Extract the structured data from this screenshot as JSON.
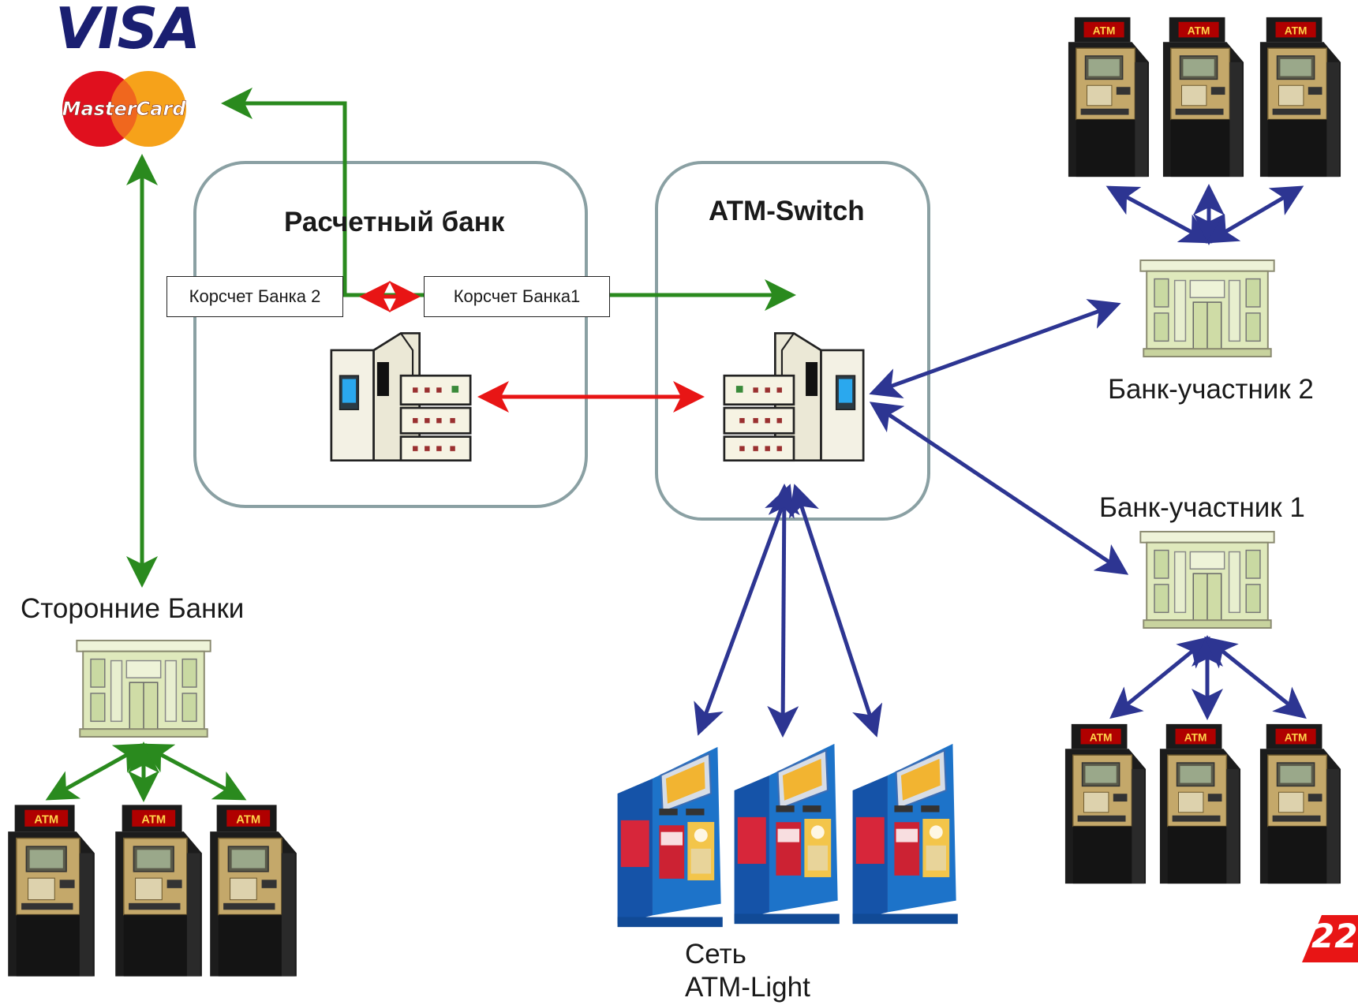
{
  "logos": {
    "visa": "VISA",
    "mastercard": "MasterCard"
  },
  "boxes": {
    "settlement_bank": "Расчетный банк",
    "atm_switch": "ATM-Switch"
  },
  "accounts": {
    "bank2": "Корсчет Банка 2",
    "bank1": "Корсчет Банка1"
  },
  "nodes": {
    "third_party": "Сторонние Банки",
    "member2": "Банк-участник 2",
    "member1": "Банк-участник 1",
    "atm_light_line1": "Сеть",
    "atm_light_line2": "ATM-Light"
  },
  "atm_screen_text": "ATM",
  "slide_number": "22",
  "colors": {
    "green_arrow": "#2a8a1e",
    "red_arrow": "#e81515",
    "blue_arrow": "#2d3592",
    "box_border": "#8aa0a3",
    "building": "#dde9b8",
    "kiosk": "#1d73c9"
  }
}
